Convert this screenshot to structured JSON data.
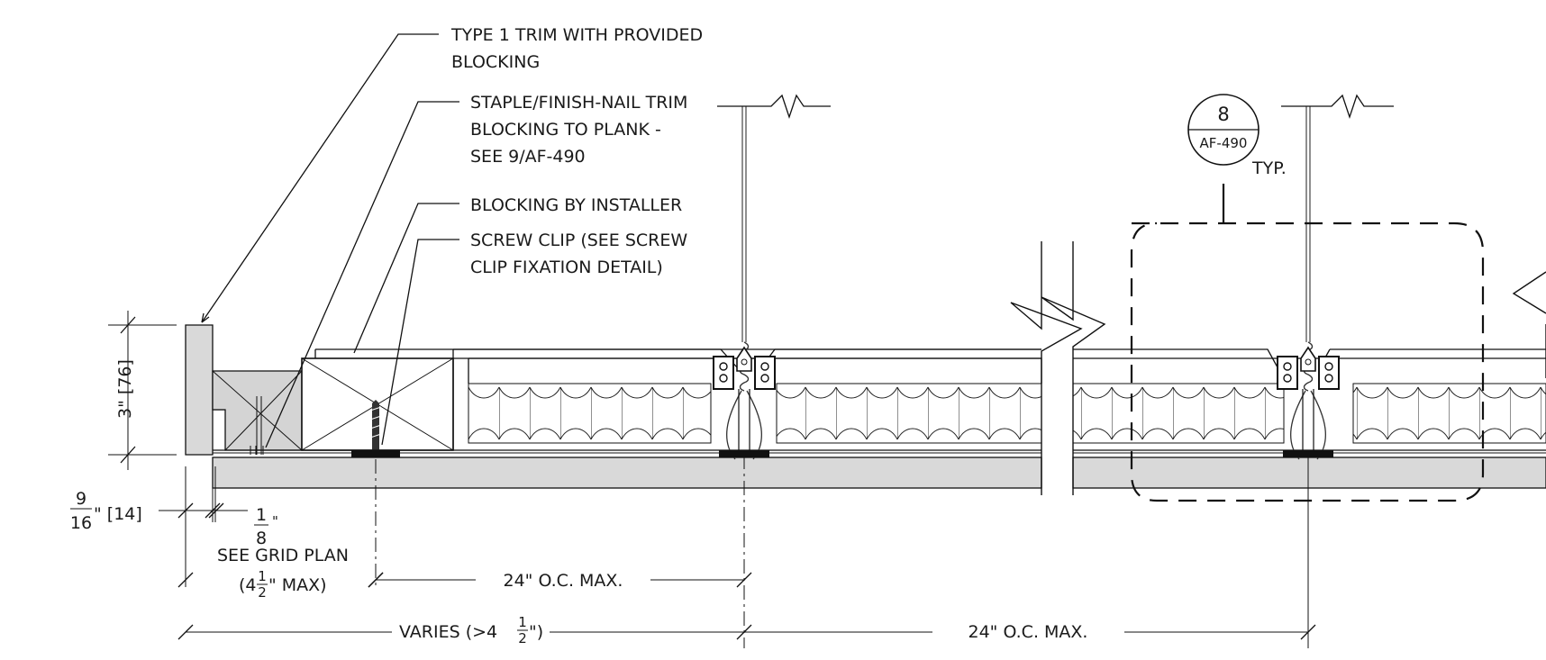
{
  "callouts": {
    "trim": [
      "TYPE 1 TRIM WITH PROVIDED",
      "BLOCKING"
    ],
    "staple": [
      "STAPLE/FINISH-NAIL TRIM",
      "BLOCKING TO PLANK -",
      "SEE 9/AF-490"
    ],
    "blocking": [
      "BLOCKING BY INSTALLER"
    ],
    "screw_clip": [
      "SCREW CLIP (SEE SCREW",
      "CLIP FIXATION DETAIL)"
    ]
  },
  "detail_ref": {
    "number": "8",
    "sheet": "AF-490",
    "note": "TYP."
  },
  "dimensions": {
    "height": "3\" [76]",
    "trim_width_num": "9",
    "trim_width_den": "16",
    "trim_width_mm": "\" [14]",
    "gap_num": "1",
    "gap_den": "8",
    "gap_unit": "\"",
    "grid_plan": "SEE GRID PLAN",
    "grid_max": "(4",
    "grid_max_num": "1",
    "grid_max_den": "2",
    "grid_max_tail": "\" MAX)",
    "oc_first": "24\" O.C. MAX.",
    "varies": "VARIES (>4",
    "varies_num": "1",
    "varies_den": "2",
    "varies_tail": "\")",
    "oc_second": "24\" O.C. MAX."
  }
}
